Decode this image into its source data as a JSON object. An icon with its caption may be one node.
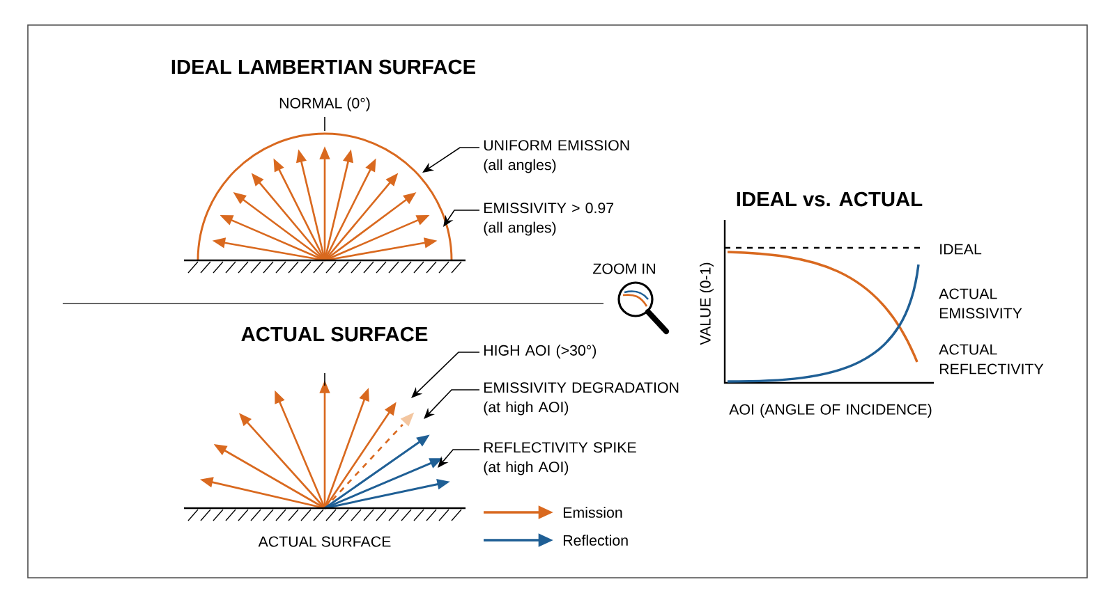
{
  "diagram": {
    "nodes": [
      {
        "text": [
          "UNIFORM EMISSION (all angles)"
        ]
      },
      {
        "text": [
          "EMISSIVITY > 0.97 (all angles)"
        ]
      },
      {
        "text": [
          "HIGH AOI (>30°)"
        ]
      },
      {
        "text": [
          "EMISSIVITY DEGRADATION (at high AOI)"
        ]
      },
      {
        "text": [
          "REFLECTIVITY SPIKE (at high AOI)"
        ]
      },
      {
        "text": [],
        "shape": "picture"
      },
      {
        "text": [],
        "shape": "picture"
      }
    ],
    "edges": [
      {
        "from": 0,
        "to": 5,
        "arrow": "to"
      },
      {
        "from": 1,
        "to": 5,
        "arrow": "to"
      },
      {
        "from": 2,
        "to": 6,
        "arrow": "to"
      },
      {
        "from": 3,
        "to": 6,
        "arrow": "to"
      },
      {
        "from": 4,
        "to": 6,
        "arrow": "to"
      }
    ],
    "labels": [
      "IDEAL LAMBERTIAN SURFACE",
      "NORMAL (0°)",
      "ZOOM IN",
      "ACTUAL SURFACE",
      "IDEAL vs. ACTUAL",
      "VALUE (0-1)",
      "IDEAL",
      "ACTUAL EMISSIVITY",
      "ACTUAL REFLECTIVITY",
      "AOI (ANGLE OF INCIDENCE)",
      "ACTUAL SURFACE"
    ],
    "legend": [
      {
        "text": "Emission",
        "color": "#d9691f"
      },
      {
        "text": "Reflection",
        "color": "#1f5f95"
      }
    ]
  }
}
